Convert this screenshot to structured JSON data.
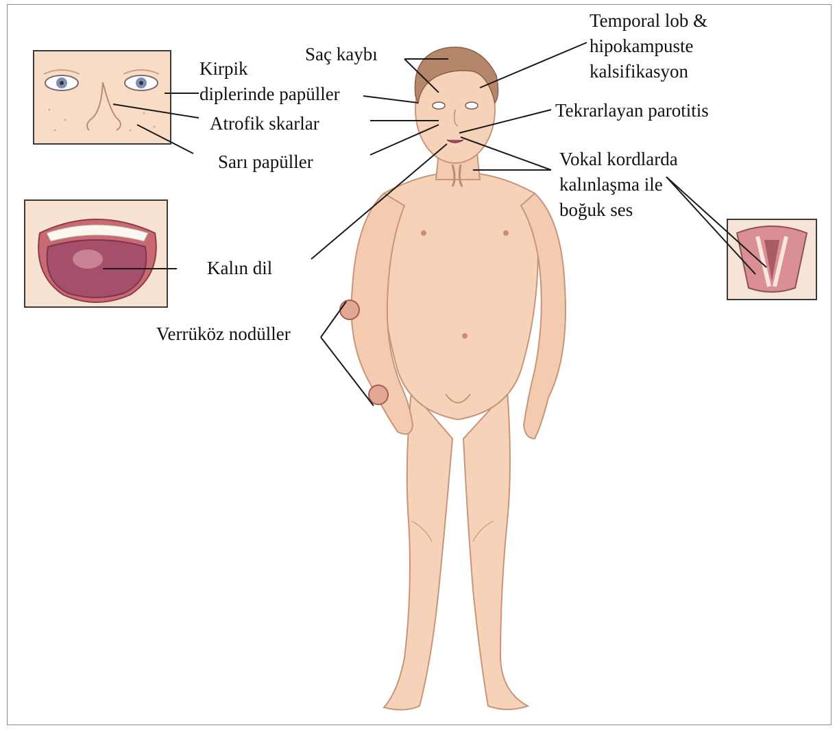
{
  "labels": {
    "hair_loss": "Saç kaybı",
    "temporal_calc": [
      "Temporal lob &",
      "hipokampuste",
      "kalsifikasyon"
    ],
    "eyelid_papules": [
      "Kirpik",
      "diplerinde papüller"
    ],
    "atrophic_scars": "Atrofik skarlar",
    "yellow_papules": "Sarı papüller",
    "parotitis": "Tekrarlayan parotitis",
    "vocal_cords": [
      "Vokal kordlarda",
      "kalınlaşma ile",
      "boğuk ses"
    ],
    "thick_tongue": "Kalın dil",
    "verrucous_nodules": "Verrüköz nodüller"
  },
  "insets": [
    "face-closeup",
    "mouth-tongue-closeup",
    "larynx-vocal-cords"
  ],
  "colors": {
    "skin": "#f6d2b8",
    "skin_shadow": "#e3ad8e",
    "hair": "#b5876a",
    "tongue": "#a64f6a",
    "lines": "#1a1a1a"
  }
}
